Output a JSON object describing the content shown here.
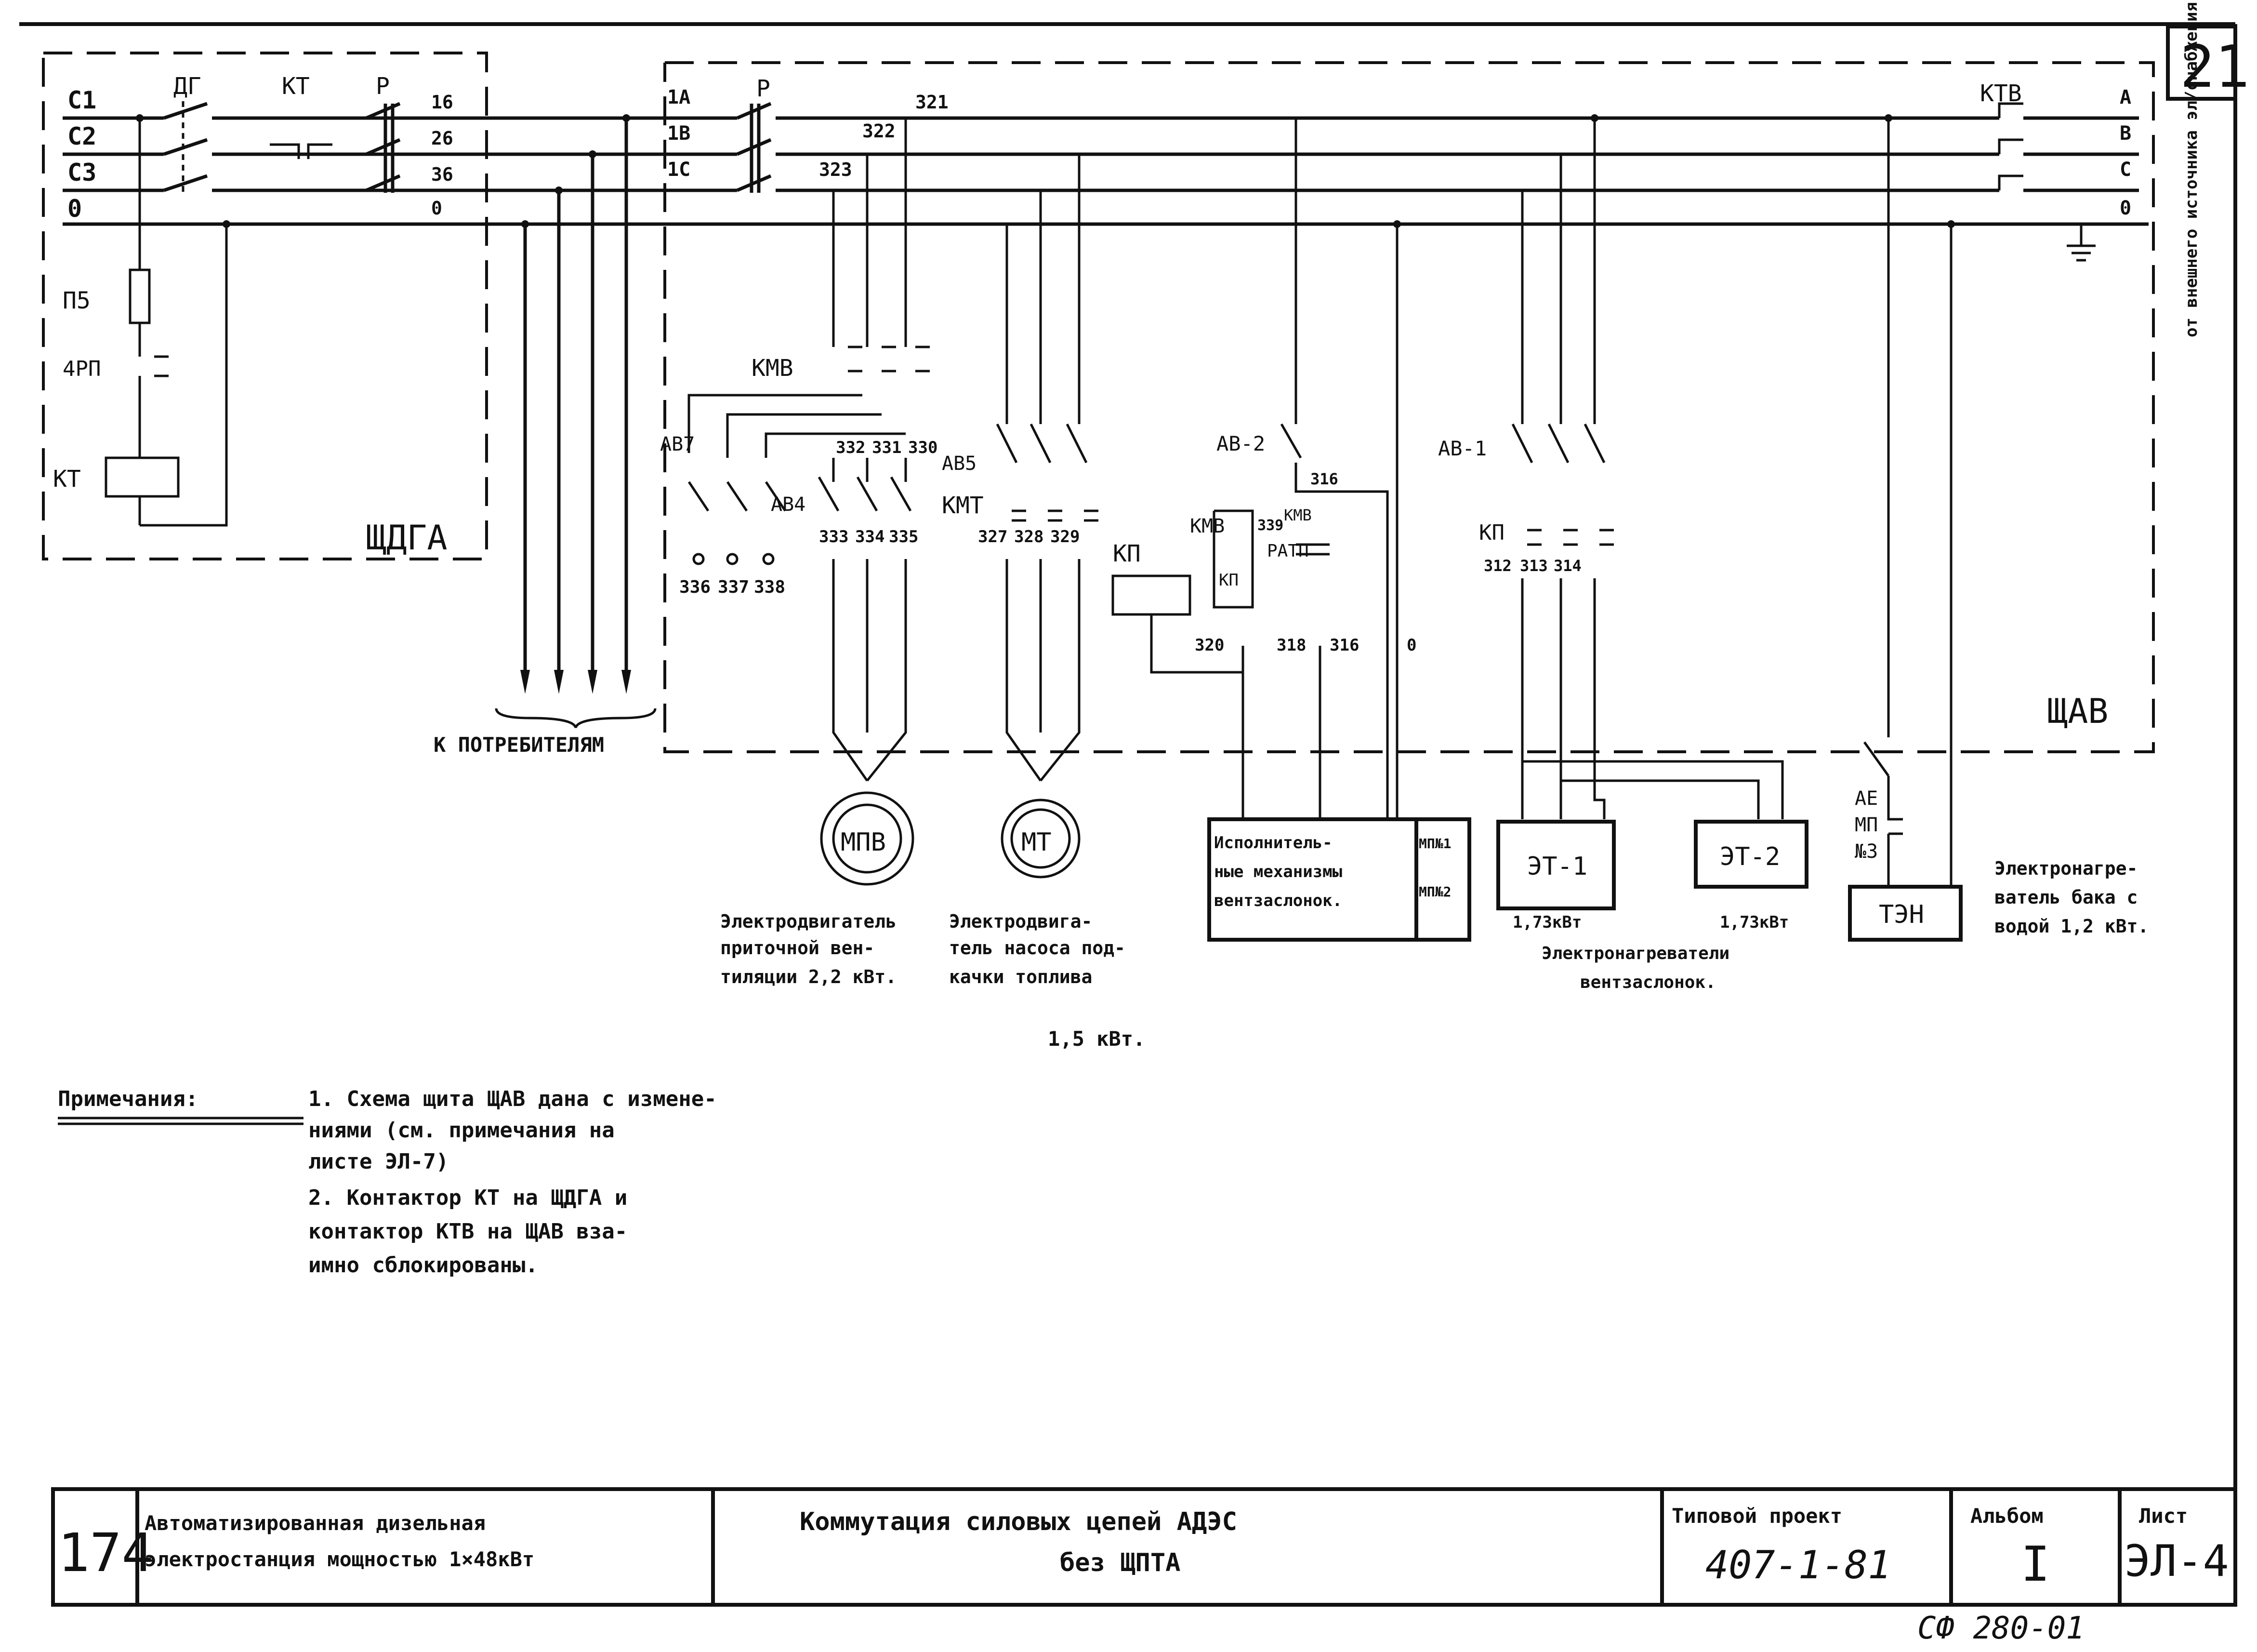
{
  "sheet_corner": "21",
  "panels": {
    "left": "ЩДГА",
    "right": "ЩАВ"
  },
  "left_panel": {
    "phases": [
      "C1",
      "C2",
      "C3",
      "0"
    ],
    "switch_labels": [
      "ДГ",
      "КТ",
      "Р"
    ],
    "outputs": [
      "16",
      "26",
      "36",
      "0"
    ],
    "fuse": "П5",
    "relay": "4РП",
    "coil": "КТ"
  },
  "right_panel": {
    "inputs": [
      "1А",
      "1В",
      "1С"
    ],
    "switch": "Р",
    "wires": [
      "321",
      "322",
      "323"
    ],
    "ktv": "КТВ",
    "abc": [
      "А",
      "В",
      "С",
      "0"
    ],
    "source_note": "от внешнего источника эл/снабжения"
  },
  "consumers": "К ПОТРЕБИТЕЛЯМ",
  "kmv_top": "КМВ",
  "ab_labels": {
    "ab7": "АВ7",
    "ab4": "АВ4",
    "ab5": "АВ5",
    "ab2": "АВ-2",
    "ab1": "АВ-1"
  },
  "terminals": {
    "t1": [
      "332",
      "331",
      "330"
    ],
    "t2": [
      "336",
      "337",
      "338"
    ],
    "t3": [
      "333",
      "334",
      "335"
    ],
    "t4": [
      "327",
      "328",
      "329"
    ],
    "t5": [
      "312",
      "313",
      "314"
    ],
    "t6": [
      "320",
      "318",
      "316",
      "0"
    ],
    "t316": "316",
    "t339": "339"
  },
  "kmt": "КМТ",
  "kp": "КП",
  "kmv_mid": "КМВ",
  "ratp": "РАТП",
  "kp_coil": "КП",
  "motors": {
    "mpv": "МПВ",
    "mt": "МТ"
  },
  "captions": {
    "mpv": [
      "Электродвигатель",
      "приточной вен-",
      "тиляции 2,2 кВт."
    ],
    "mt": [
      "Электродвига-",
      "тель насоса под-",
      "качки топлива",
      "1,5 кВт."
    ],
    "mech": [
      "Исполнитель-",
      "ные механизмы",
      "вентзаслонок."
    ],
    "mp": [
      "МП№1",
      "МП№2"
    ],
    "et": [
      "1,73кВт",
      "1,73кВт"
    ],
    "et_label": [
      "Электронагреватели",
      "вентзаслонок."
    ],
    "ten": [
      "Электронагре-",
      "ватель бака с",
      "водой 1,2 кВт."
    ]
  },
  "heaters": {
    "et1": "ЭТ-1",
    "et2": "ЭТ-2",
    "ten": "ТЭН"
  },
  "ae_mp": [
    "АЕ",
    "МП",
    "№3"
  ],
  "notes": {
    "title": "Примечания:",
    "lines": [
      "1. Схема щита ЩАВ дана с измене-",
      "   ниями (см. примечания на",
      "   листе ЭЛ-7)",
      "2. Контактор КТ на ЩДГА и",
      "   контактор КТВ на ЩАВ вза-",
      "   имно сблокированы."
    ]
  },
  "title_block": {
    "num": "174",
    "org": [
      "Автоматизированная дизельная",
      "электростанция мощностью 1×48кВт"
    ],
    "title": [
      "Коммутация силовых цепей АДЭС",
      "без ЩПТА"
    ],
    "project_label": "Типовой проект",
    "project": "407-1-81",
    "album_label": "Альбом",
    "album": "I",
    "sheet_label": "Лист",
    "sheet": "ЭЛ-4"
  },
  "stamp": "СФ 280-01"
}
